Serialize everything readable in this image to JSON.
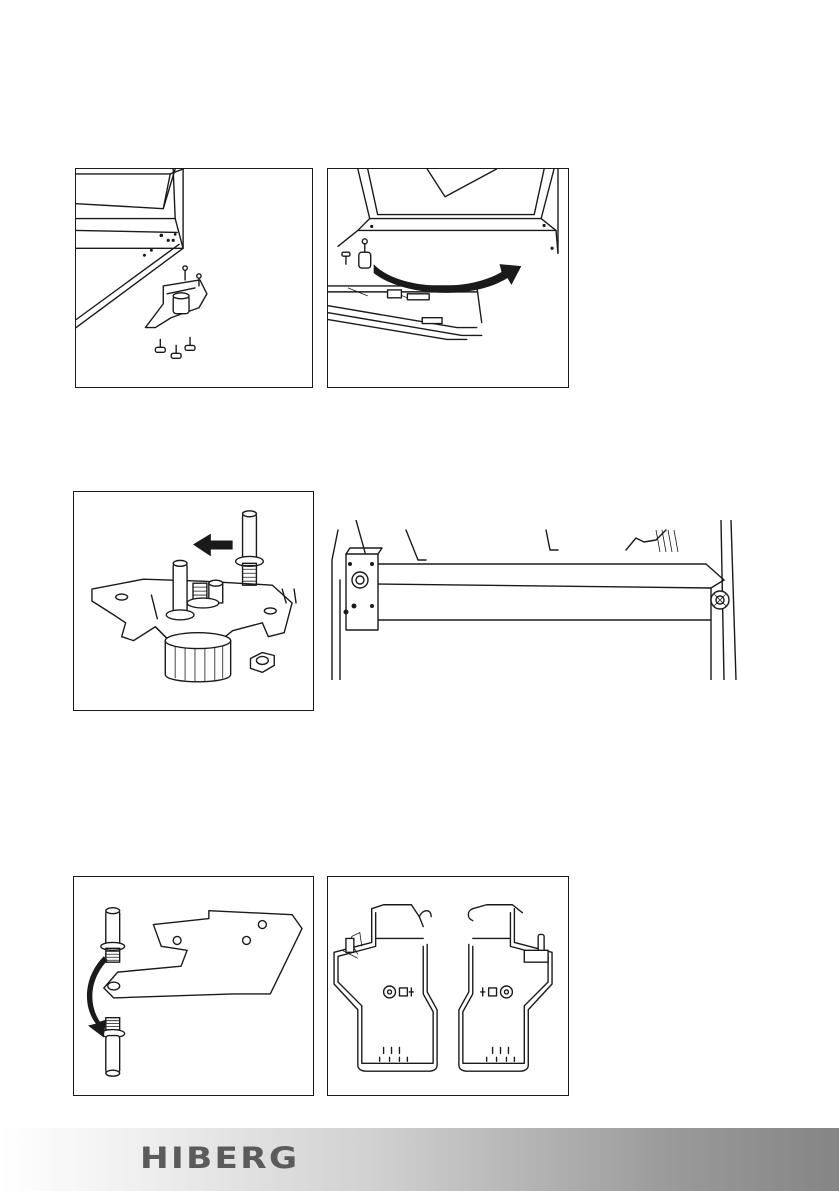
{
  "brand": {
    "logo_text": "HIBERG"
  },
  "figures": [
    {
      "id": "fig1"
    },
    {
      "id": "fig2"
    },
    {
      "id": "fig3"
    },
    {
      "id": "fig4"
    },
    {
      "id": "fig5"
    },
    {
      "id": "fig6"
    }
  ],
  "colors": {
    "line": "#1a1a1a",
    "footer_dark": "#858585",
    "footer_light": "#ffffff",
    "logo": "#5b5b5b"
  }
}
